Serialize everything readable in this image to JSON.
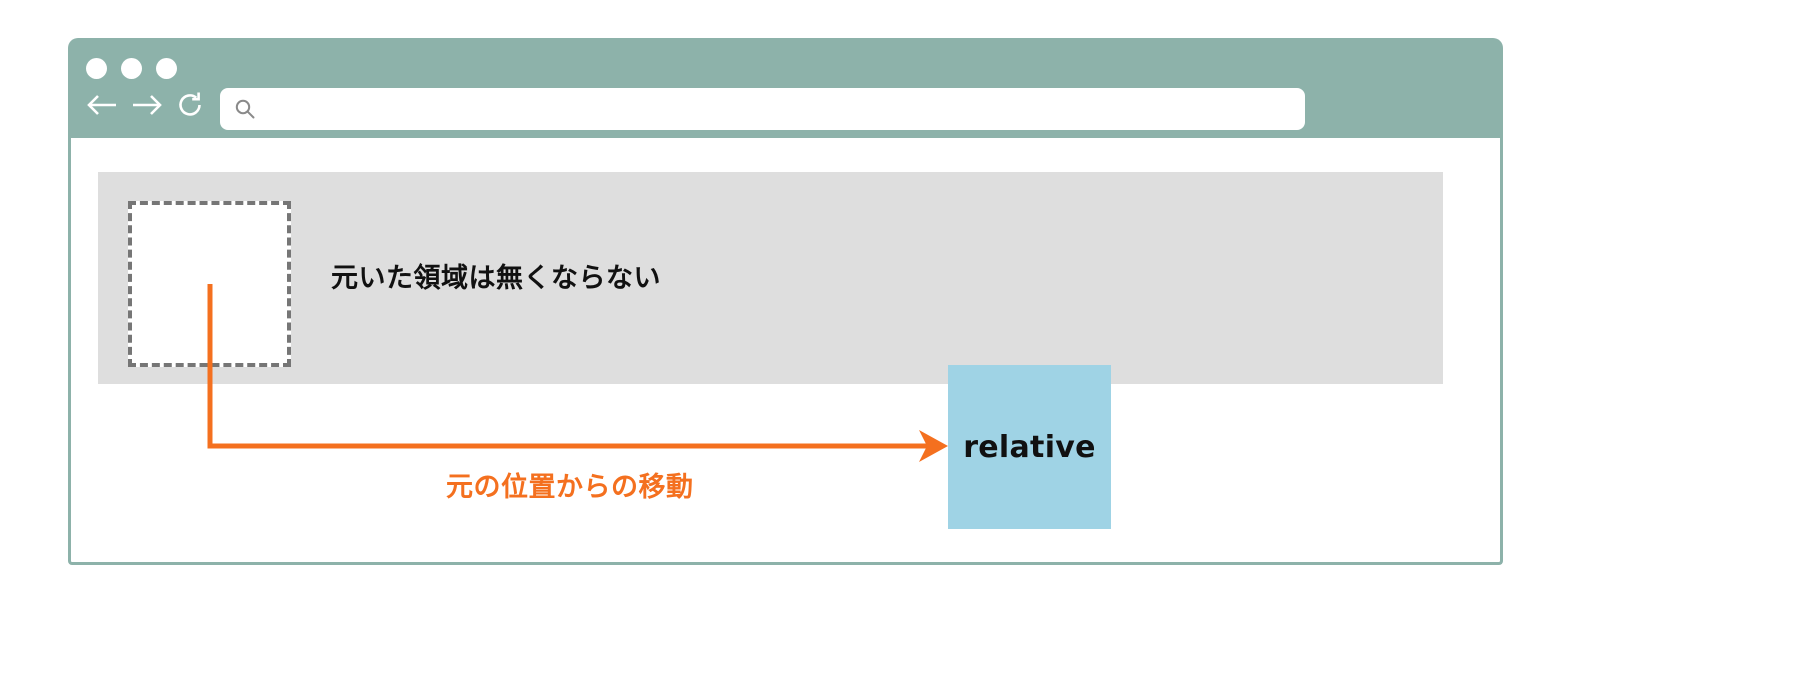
{
  "browser": {
    "traffic_lights": [
      "close-dot",
      "minimize-dot",
      "maximize-dot"
    ],
    "back_icon": "back-arrow-icon",
    "forward_icon": "forward-arrow-icon",
    "reload_icon": "reload-icon",
    "search_icon": "search-icon",
    "address_value": "",
    "address_placeholder": "",
    "chrome_color": "#8db2aa"
  },
  "page": {
    "gray_band": {
      "label": "元いた領域は無くならない",
      "color": "#dedede"
    },
    "origin_box": {
      "name": "original-position-placeholder",
      "border_style": "dashed",
      "border_color": "#767676"
    },
    "relative_box": {
      "label": "relative",
      "color": "#9fd3e5"
    },
    "connector": {
      "caption": "元の位置からの移動",
      "color": "#f4701f"
    }
  }
}
